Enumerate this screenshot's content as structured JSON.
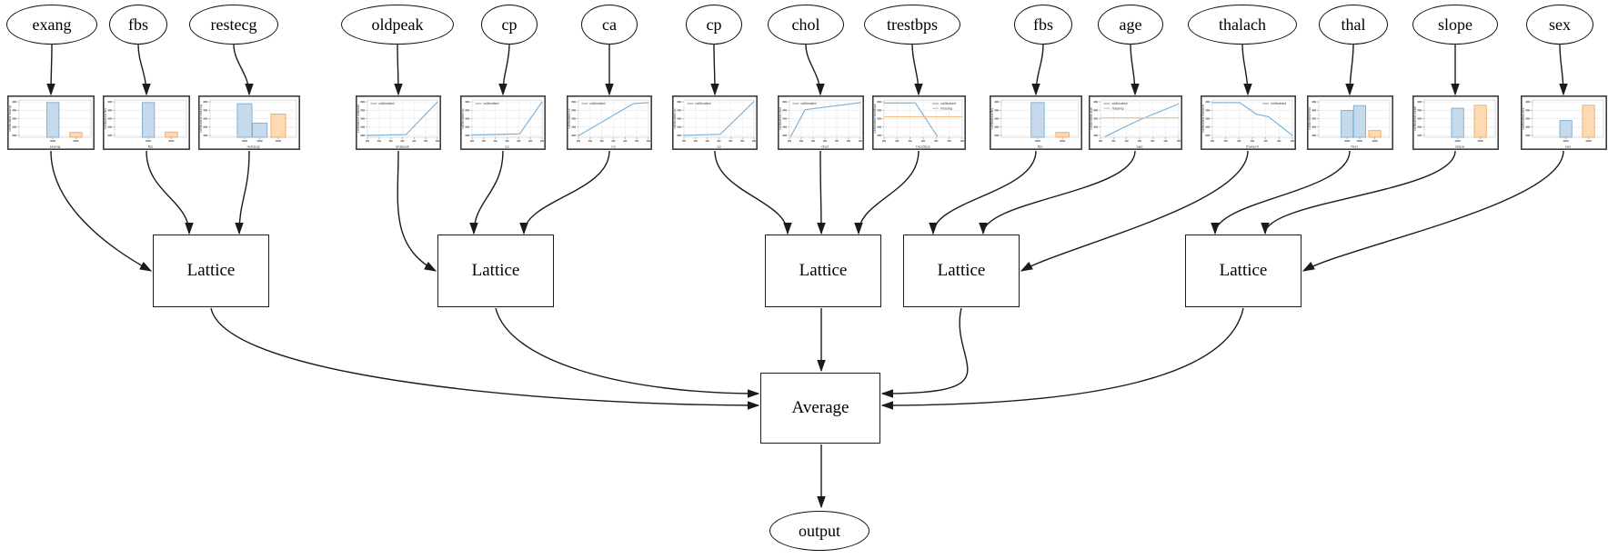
{
  "diagram": {
    "average_label": "Average",
    "output_label": "output",
    "groups": [
      {
        "lattice_label": "Lattice",
        "feature_indexes": [
          0,
          1,
          2
        ]
      },
      {
        "lattice_label": "Lattice",
        "feature_indexes": [
          3,
          4,
          5
        ]
      },
      {
        "lattice_label": "Lattice",
        "feature_indexes": [
          6,
          7,
          8
        ]
      },
      {
        "lattice_label": "Lattice",
        "feature_indexes": [
          9,
          10,
          11
        ]
      },
      {
        "lattice_label": "Lattice",
        "feature_indexes": [
          12,
          13,
          14
        ]
      }
    ],
    "features": [
      {
        "label": "exang",
        "chart": {
          "type": "bar",
          "xlabel": "exang",
          "ylabel": "calibrated exang",
          "bars": [
            {
              "color": "blue",
              "value": 0.93
            },
            {
              "color": "orange",
              "value": 0.13
            }
          ],
          "legend": []
        }
      },
      {
        "label": "fbs",
        "chart": {
          "type": "bar",
          "xlabel": "fbs",
          "ylabel": "calibrated fbs",
          "bars": [
            {
              "color": "blue",
              "value": 0.93
            },
            {
              "color": "orange",
              "value": 0.14
            }
          ],
          "legend": []
        }
      },
      {
        "label": "restecg",
        "chart": {
          "type": "bar",
          "xlabel": "restecg",
          "ylabel": "calibrated restecg",
          "bars": [
            {
              "color": "blue",
              "value": 0.9
            },
            {
              "color": "blue",
              "value": 0.38
            },
            {
              "color": "orange",
              "value": 0.62
            }
          ],
          "legend": []
        }
      },
      {
        "label": "oldpeak",
        "chart": {
          "type": "line",
          "xlabel": "oldpeak",
          "ylabel": "calibrated oldpeak",
          "legend_pos": "tl",
          "series": [
            {
              "name": "calibrated",
              "color": "blue",
              "points": [
                [
                  0,
                  0.05
                ],
                [
                  0.55,
                  0.07
                ],
                [
                  1,
                  0.95
                ]
              ]
            }
          ]
        }
      },
      {
        "label": "cp",
        "chart": {
          "type": "line",
          "xlabel": "cp",
          "ylabel": "calibrated cp",
          "legend_pos": "tl",
          "series": [
            {
              "name": "calibrated",
              "color": "blue",
              "points": [
                [
                  0,
                  0.06
                ],
                [
                  0.68,
                  0.09
                ],
                [
                  1,
                  0.95
                ]
              ]
            }
          ]
        }
      },
      {
        "label": "ca",
        "chart": {
          "type": "line",
          "xlabel": "ca",
          "ylabel": "calibrated ca",
          "legend_pos": "tl",
          "series": [
            {
              "name": "calibrated",
              "color": "blue",
              "points": [
                [
                  0,
                  0.04
                ],
                [
                  0.78,
                  0.9
                ],
                [
                  1,
                  0.93
                ]
              ]
            }
          ]
        }
      },
      {
        "label": "cp",
        "chart": {
          "type": "line",
          "xlabel": "cp",
          "ylabel": "calibrated cp",
          "legend_pos": "tl",
          "series": [
            {
              "name": "calibrated",
              "color": "blue",
              "points": [
                [
                  0,
                  0.05
                ],
                [
                  0.52,
                  0.08
                ],
                [
                  1,
                  0.96
                ]
              ]
            }
          ]
        }
      },
      {
        "label": "chol",
        "chart": {
          "type": "line",
          "xlabel": "chol",
          "ylabel": "calibrated chol",
          "legend_pos": "tl",
          "series": [
            {
              "name": "calibrated",
              "color": "blue",
              "points": [
                [
                  0.02,
                  0.03
                ],
                [
                  0.22,
                  0.74
                ],
                [
                  1,
                  0.93
                ]
              ]
            }
          ]
        }
      },
      {
        "label": "trestbps",
        "chart": {
          "type": "line",
          "xlabel": "trestbps",
          "ylabel": "calibrated trestbps",
          "legend_pos": "tr",
          "series": [
            {
              "name": "calibrated",
              "color": "blue",
              "points": [
                [
                  0,
                  0.92
                ],
                [
                  0.4,
                  0.92
                ],
                [
                  0.68,
                  0.03
                ]
              ]
            },
            {
              "name": "missing",
              "color": "orange",
              "points": [
                [
                  0,
                  0.55
                ],
                [
                  1,
                  0.55
                ]
              ]
            }
          ]
        }
      },
      {
        "label": "fbs",
        "chart": {
          "type": "bar",
          "xlabel": "fbs",
          "ylabel": "calibrated fbs",
          "bars": [
            {
              "color": "blue",
              "value": 0.93
            },
            {
              "color": "orange",
              "value": 0.13
            }
          ],
          "legend": []
        }
      },
      {
        "label": "age",
        "chart": {
          "type": "line",
          "xlabel": "age",
          "ylabel": "calibrated age",
          "legend_pos": "tl",
          "series": [
            {
              "name": "calibrated",
              "color": "blue",
              "points": [
                [
                  0.06,
                  0.02
                ],
                [
                  0.48,
                  0.45
                ],
                [
                  1,
                  0.9
                ]
              ]
            },
            {
              "name": "missing",
              "color": "orange",
              "points": [
                [
                  0,
                  0.52
                ],
                [
                  1,
                  0.52
                ]
              ]
            }
          ]
        }
      },
      {
        "label": "thalach",
        "chart": {
          "type": "line",
          "xlabel": "thalach",
          "ylabel": "calibrated thalach",
          "legend_pos": "tr",
          "series": [
            {
              "name": "calibrated",
              "color": "blue",
              "points": [
                [
                  0,
                  0.93
                ],
                [
                  0.34,
                  0.93
                ],
                [
                  0.55,
                  0.62
                ],
                [
                  0.7,
                  0.55
                ],
                [
                  1,
                  0.05
                ]
              ]
            }
          ]
        }
      },
      {
        "label": "thal",
        "chart": {
          "type": "bar",
          "xlabel": "thal",
          "ylabel": "calibrated thal",
          "bars": [
            {
              "color": "blue",
              "value": 0.72
            },
            {
              "color": "blue",
              "value": 0.85
            },
            {
              "color": "orange",
              "value": 0.18
            }
          ],
          "legend": []
        }
      },
      {
        "label": "slope",
        "chart": {
          "type": "bar",
          "xlabel": "slope",
          "ylabel": "calibrated slope",
          "bars": [
            {
              "color": "blue",
              "value": 0.78
            },
            {
              "color": "orange",
              "value": 0.86
            }
          ],
          "legend": []
        }
      },
      {
        "label": "sex",
        "chart": {
          "type": "bar",
          "xlabel": "sex",
          "ylabel": "calibrated sex",
          "bars": [
            {
              "color": "blue",
              "value": 0.45
            },
            {
              "color": "orange",
              "value": 0.86
            }
          ],
          "legend": []
        }
      }
    ],
    "colors": {
      "bar_blue_fill": "#c6daec",
      "bar_blue_edge": "#7aadd2",
      "bar_orange_fill": "#fcdab3",
      "bar_orange_edge": "#f1a963",
      "line_blue": "#7ab1d8",
      "line_orange": "#f9be88",
      "edge": "#1a1a1a",
      "chart_border": "#3d3d3d",
      "grid": "#ebebeb",
      "spine": "#c8c8c8",
      "tick": "#999999"
    }
  }
}
